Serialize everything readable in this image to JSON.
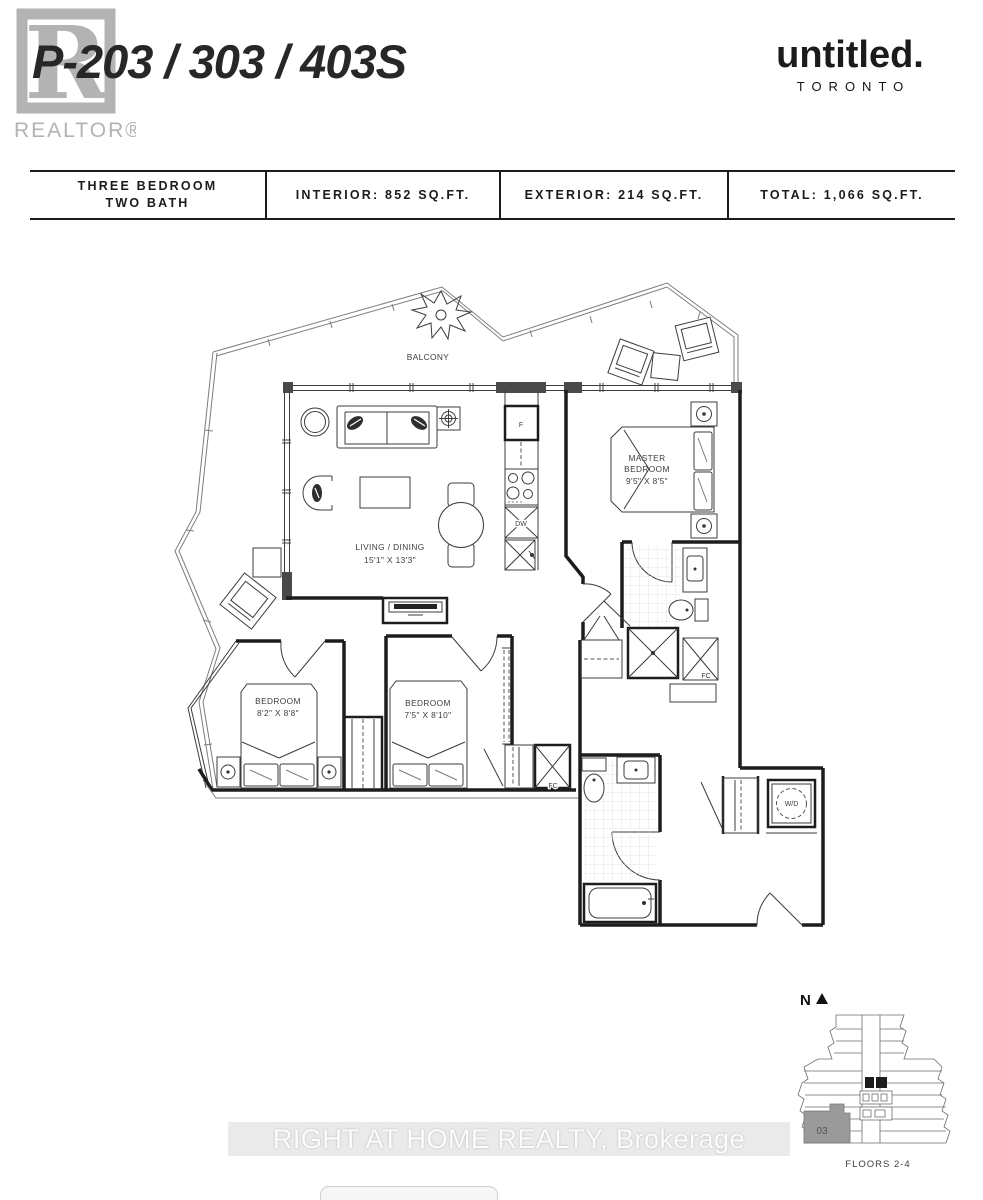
{
  "header": {
    "plan_title": "P-203 / 303 / 403S",
    "brand_name": "untitled.",
    "brand_city": "TORONTO",
    "realtor_logo_letter": "R",
    "realtor_logo_label": "REALTOR®"
  },
  "summary": {
    "unit_type_line1": "THREE BEDROOM",
    "unit_type_line2": "TWO BATH",
    "interior": "INTERIOR: 852 SQ.FT.",
    "exterior": "EXTERIOR: 214 SQ.FT.",
    "total": "TOTAL: 1,066 SQ.FT."
  },
  "plan": {
    "balcony": "BALCONY",
    "living_name": "LIVING / DINING",
    "living_dims": "15'1\" X 13'3\"",
    "master_name_line1": "MASTER",
    "master_name_line2": "BEDROOM",
    "master_dims": "9'5\" X 8'5\"",
    "bedroom1_name": "BEDROOM",
    "bedroom1_dims": "8'2\" X 8'8\"",
    "bedroom2_name": "BEDROOM",
    "bedroom2_dims": "7'5\" X 8'10\"",
    "fridge": "F",
    "dishwasher": "DW",
    "front_closet": "FC",
    "washer_dryer": "W/D"
  },
  "key_plan": {
    "compass": "N",
    "unit_number": "03",
    "floors": "FLOORS 2-4"
  },
  "watermark": {
    "brokerage": "RIGHT AT HOME REALTY, Brokerage"
  },
  "colors": {
    "wall": "#1d1d1d",
    "logo_gray": "#b3b3b3",
    "unit_highlight": "#9a9a9a"
  }
}
